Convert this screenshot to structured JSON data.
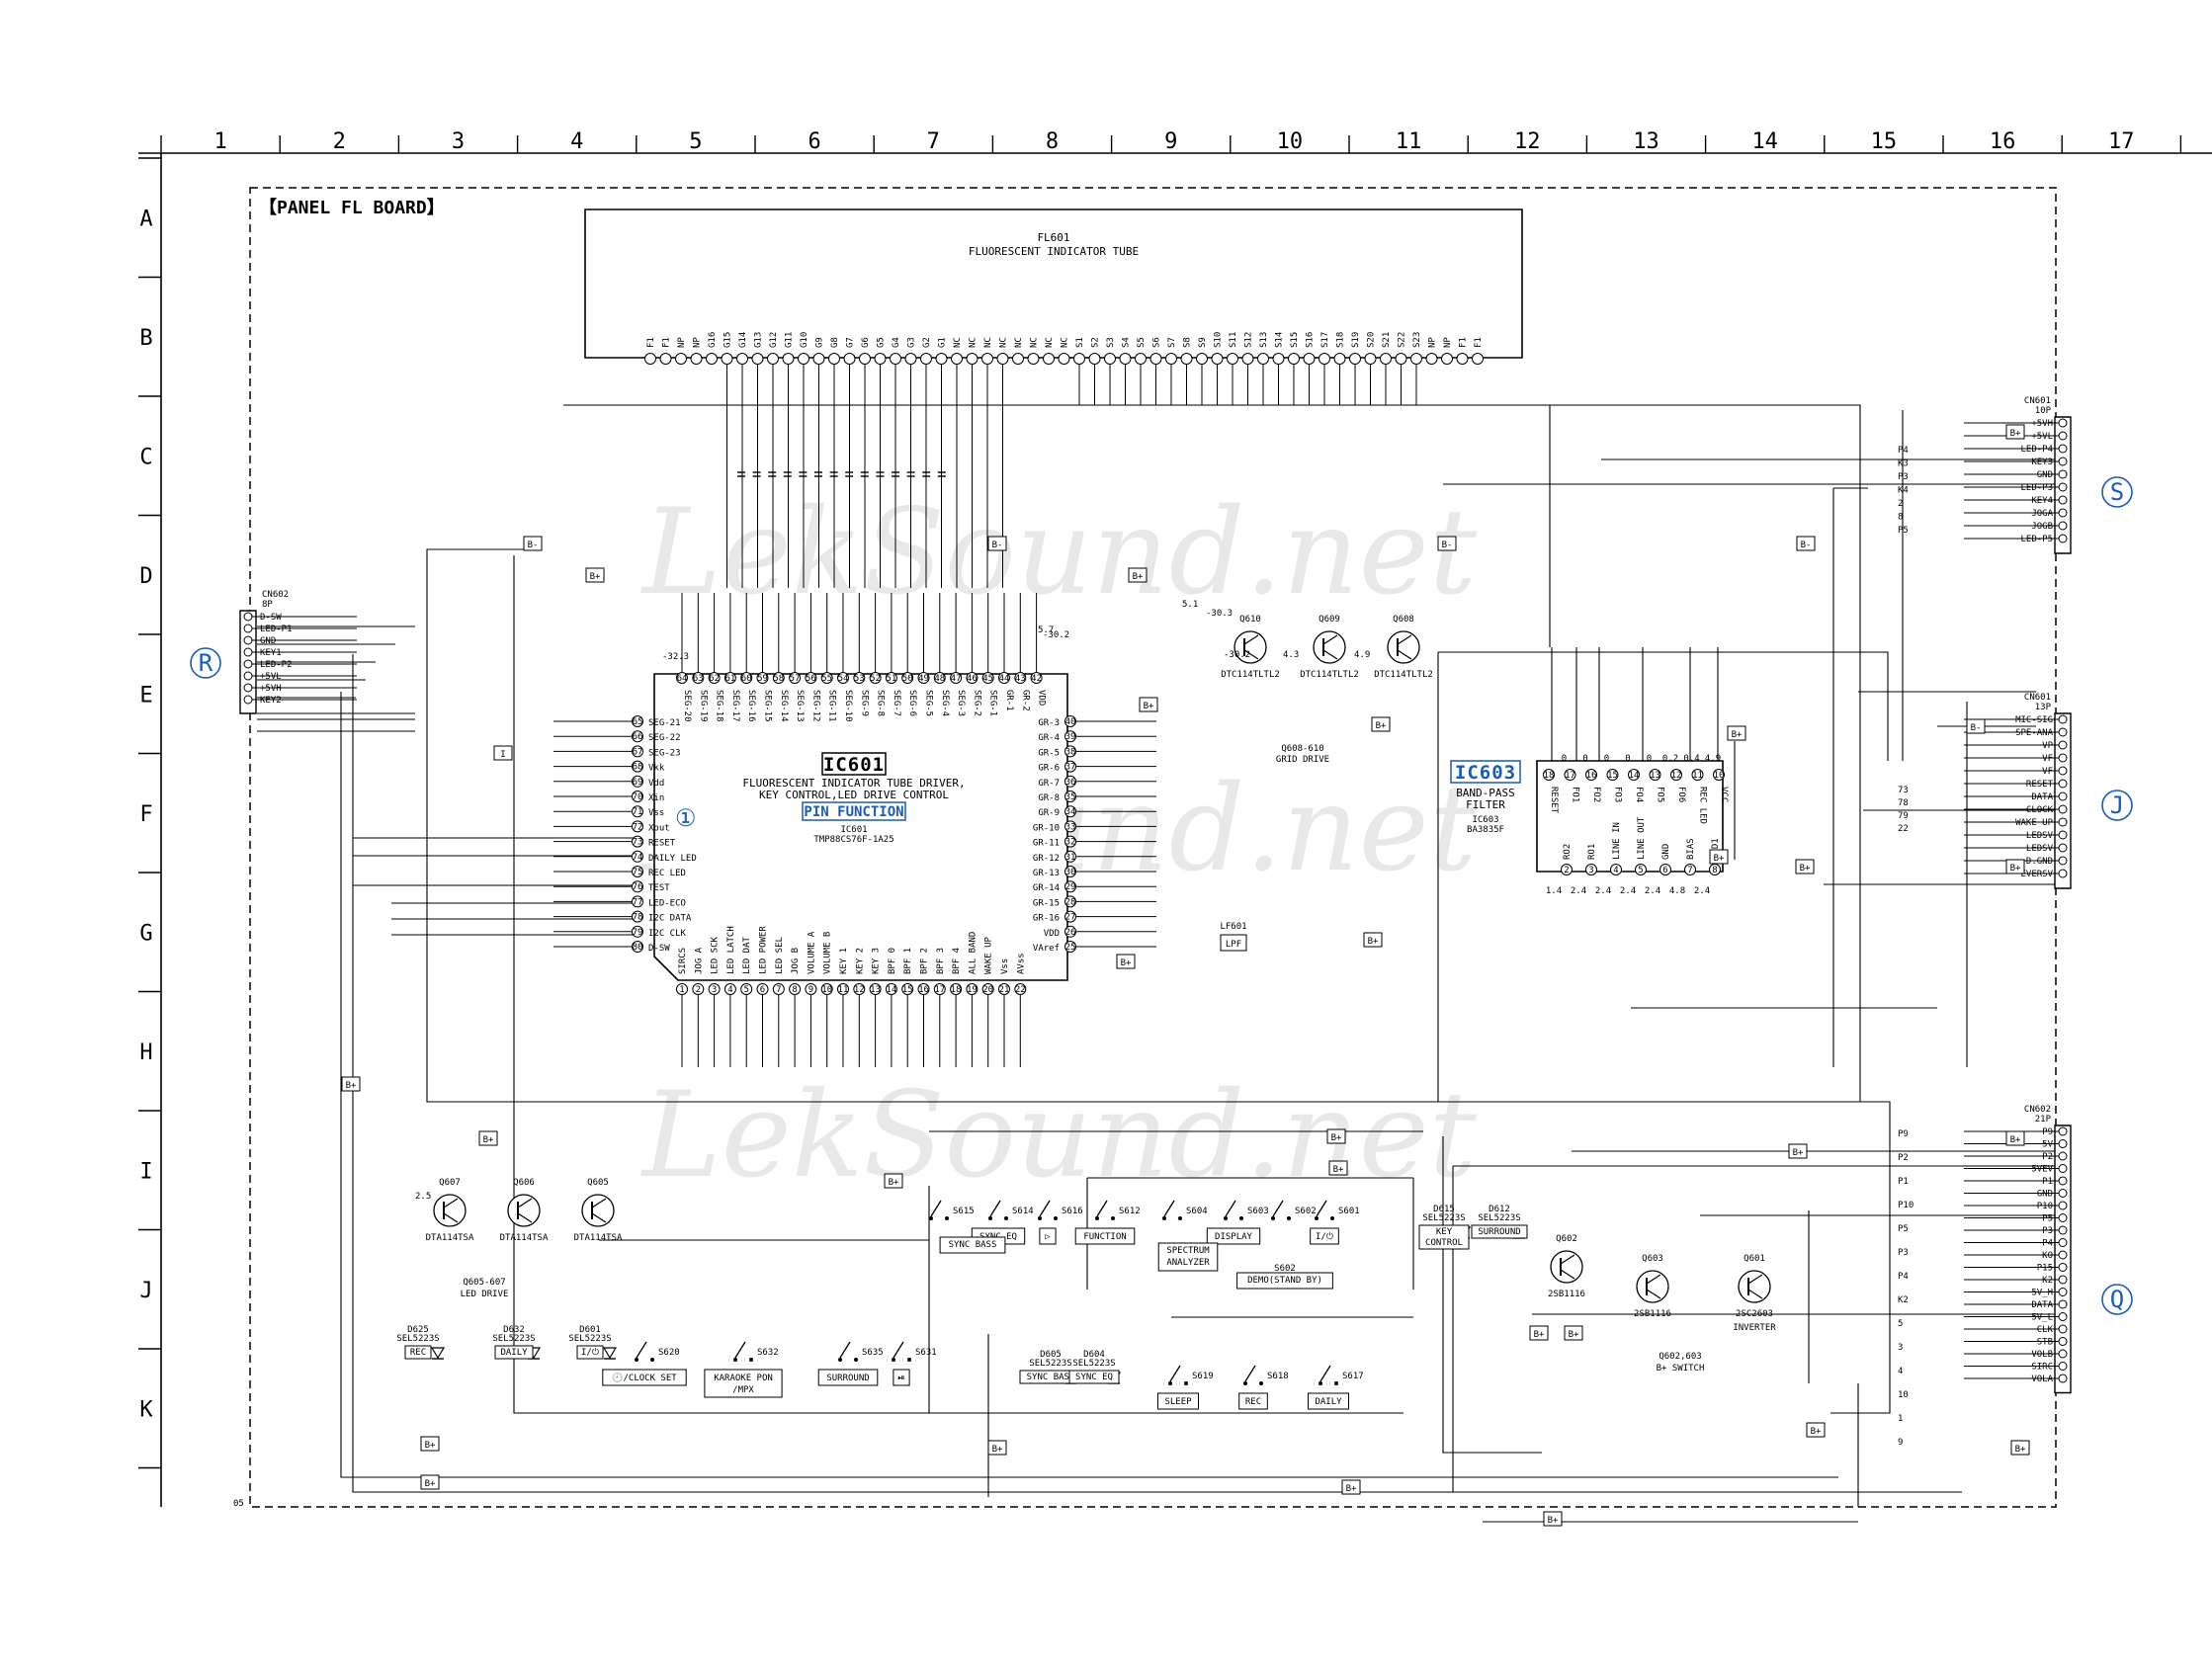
{
  "board_title": "【PANEL FL BOARD】",
  "corner_code": "05",
  "columns": [
    "1",
    "2",
    "3",
    "4",
    "5",
    "6",
    "7",
    "8",
    "9",
    "10",
    "11",
    "12",
    "13",
    "14",
    "15",
    "16",
    "17"
  ],
  "rows": [
    "A",
    "B",
    "C",
    "D",
    "E",
    "F",
    "G",
    "H",
    "I",
    "J",
    "K"
  ],
  "watermark": "LekSound.net",
  "fl601": {
    "ref": "FL601",
    "desc": "FLUORESCENT INDICATOR TUBE",
    "pins_left": [
      "F1",
      "F1",
      "NP",
      "NP",
      "G16",
      "G15",
      "G14",
      "G13",
      "G12",
      "G11",
      "G10",
      "G9",
      "G8",
      "G7",
      "G6",
      "G5",
      "G4",
      "G3",
      "G2",
      "G1",
      "NC",
      "NC",
      "NC",
      "NC"
    ],
    "pins_right": [
      "NC",
      "NC",
      "NC",
      "NC",
      "S1",
      "S2",
      "S3",
      "S4",
      "S5",
      "S6",
      "S7",
      "S8",
      "S9",
      "S10",
      "S11",
      "S12",
      "S13",
      "S14",
      "S15",
      "S16",
      "S17",
      "S18",
      "S19",
      "S20",
      "S21",
      "S22",
      "S23",
      "NP",
      "NP",
      "F1",
      "F1"
    ]
  },
  "ic601": {
    "ref": "IC601",
    "desc1": "FLUORESCENT INDICATOR TUBE DRIVER,",
    "desc2": "KEY CONTROL,LED DRIVE CONTROL",
    "pin_function": "PIN FUNCTION",
    "part_ref": "IC601",
    "part_no": "TMP88CS76F-1A25",
    "marker": "①",
    "left_pins": [
      "SEG-21",
      "SEG-22",
      "SEG-23",
      "Vkk",
      "Vdd",
      "Xin",
      "Vss",
      "Xout",
      "RESET",
      "DAILY LED",
      "REC LED",
      "TEST",
      "LED-ECO",
      "I2C DATA",
      "I2C CLK",
      "D-SW"
    ],
    "right_pins": [
      "GR-3",
      "GR-4",
      "GR-5",
      "GR-6",
      "GR-7",
      "GR-8",
      "GR-9",
      "GR-10",
      "GR-11",
      "GR-12",
      "GR-13",
      "GR-14",
      "GR-15",
      "GR-16",
      "VDD",
      "VAref"
    ],
    "bottom_pins": [
      "SIRCS",
      "JOG A",
      "LED SCK",
      "LED LATCH",
      "LED DAT",
      "LED POWER",
      "LED SEL",
      "JOG B",
      "VOLUME A",
      "VOLUME B",
      "KEY 1",
      "KEY 2",
      "KEY 3",
      "BPF 0",
      "BPF 1",
      "BPF 2",
      "BPF 3",
      "BPF 4",
      "ALL BAND",
      "WAKE UP",
      "Vss",
      "AVss"
    ],
    "top_pins": [
      "SEG-20",
      "SEG-19",
      "SEG-18",
      "SEG-17",
      "SEG-16",
      "SEG-15",
      "SEG-14",
      "SEG-13",
      "SEG-12",
      "SEG-11",
      "SEG-10",
      "SEG-9",
      "SEG-8",
      "SEG-7",
      "SEG-6",
      "SEG-5",
      "SEG-4",
      "SEG-3",
      "SEG-2",
      "SEG-1",
      "GR-1",
      "GR-2",
      "VDD"
    ]
  },
  "ic603": {
    "ref": "IC603",
    "desc1": "BAND-PASS",
    "desc2": "FILTER",
    "part_ref": "IC603",
    "part_no": "BA3835F",
    "top_pins": [
      "RESET",
      "FO1",
      "FO2",
      "FO3",
      "FO4",
      "FO5",
      "FO6",
      "REC LED",
      "VCC"
    ],
    "bottom_pins": [
      "RO2",
      "RO1",
      "LINE IN",
      "LINE OUT",
      "GND",
      "BIAS",
      "GND1"
    ],
    "top_values": [
      "0",
      "0",
      "0",
      "0",
      "0",
      "0.2",
      "0.4",
      "4.9"
    ],
    "bottom_values": [
      "1.4",
      "2.4",
      "2.4",
      "2.4",
      "2.4",
      "4.8",
      "2.4"
    ]
  },
  "connectors": {
    "cn602_left": {
      "ref": "CN602",
      "pins_text": "8P",
      "pins": [
        "D-SW",
        "LED-P1",
        "GND",
        "KEY1",
        "LED-P2",
        "+5VL",
        "+5VH",
        "KEY2"
      ],
      "circle": "R"
    },
    "cn601_top_right": {
      "ref": "CN601",
      "pins_text": "10P",
      "pins": [
        "+5VH",
        "+5VL",
        "LED-P4",
        "KEY3",
        "GND",
        "LED-P3",
        "KEY4",
        "JOGA",
        "JOGB",
        "LED-P5"
      ],
      "circle": "S",
      "nets": [
        "P4",
        "K3",
        "P3",
        "K4",
        "2",
        "8",
        "P5"
      ]
    },
    "cn_mid_right": {
      "ref": "CN601",
      "pins_text": "13P",
      "pins": [
        "MIC-SIG",
        "SPE-ANA",
        "VP",
        "VF",
        "VF",
        "RESET",
        "DATA",
        "CLOCK",
        "WAKE UP",
        "LEDSV",
        "LEDSV",
        "D.GND",
        "EVERSV"
      ],
      "circle": "J",
      "nets": [
        "73",
        "78",
        "79",
        "22"
      ]
    },
    "cn602_bottom_right": {
      "ref": "CN602",
      "pins_text": "21P",
      "pins": [
        "P9",
        "5V",
        "P2",
        "5VEV",
        "P1",
        "GND",
        "P10",
        "P5",
        "P3",
        "P4",
        "KO",
        "P15",
        "K2",
        "5V_H",
        "DATA",
        "5V_L",
        "CLK",
        "STB",
        "VOLB",
        "SIRC",
        "VOLA"
      ],
      "circle": "Q",
      "nets": [
        "P9",
        "P2",
        "P1",
        "P10",
        "P5",
        "P3",
        "P4",
        "K2",
        "5",
        "3",
        "4",
        "10",
        "1",
        "9"
      ]
    }
  },
  "transistors_grid": [
    {
      "ref": "Q610",
      "part": "DTC114TLTL2"
    },
    {
      "ref": "Q609",
      "part": "DTC114TLTL2"
    },
    {
      "ref": "Q608",
      "part": "DTC114TLTL2"
    }
  ],
  "grid_drive_label": "Q608-610\nGRID DRIVE",
  "led_drive": [
    {
      "ref": "Q607",
      "part": "DTA114TSA"
    },
    {
      "ref": "Q606",
      "part": "DTA114TSA"
    },
    {
      "ref": "Q605",
      "part": "DTA114TSA"
    }
  ],
  "led_drive_label": "Q605-607\nLED DRIVE",
  "leds_left": [
    {
      "ref": "D625",
      "part": "SEL5223S",
      "tag": "REC"
    },
    {
      "ref": "D632",
      "part": "SEL5223S",
      "tag": "DAILY"
    },
    {
      "ref": "D601",
      "part": "SEL5223S",
      "tag": "I/⏻"
    }
  ],
  "switches_bottom_left": [
    {
      "ref": "S620",
      "tag": "🕘/CLOCK SET"
    },
    {
      "ref": "S632",
      "tag": "KARAOKE PON\n/MPX"
    },
    {
      "ref": "S635",
      "tag": "SURROUND"
    },
    {
      "ref": "S631",
      "tag": "⏯"
    }
  ],
  "switches_row": [
    {
      "ref": "S615",
      "tag": ""
    },
    {
      "ref": "S614",
      "tag": "SYNC EQ"
    },
    {
      "ref": "S616",
      "tag": "▷"
    },
    {
      "ref": "S612",
      "tag": "FUNCTION"
    },
    {
      "ref": "S604",
      "tag": ""
    },
    {
      "ref": "S603",
      "tag": "DISPLAY"
    },
    {
      "ref": "S602",
      "tag": ""
    },
    {
      "ref": "S601",
      "tag": "I/⏻"
    }
  ],
  "switch_tags_extra": [
    "SYNC BASS",
    "SPECTRUM\nANALYZER",
    "DEMO(STAND BY)"
  ],
  "switch_ref_s602": "S602",
  "switches_timer": [
    {
      "ref": "S619",
      "tag": "SLEEP"
    },
    {
      "ref": "S618",
      "tag": "REC"
    },
    {
      "ref": "S617",
      "tag": "DAILY"
    }
  ],
  "leds_mid": [
    {
      "ref": "D605",
      "part": "SEL5223S",
      "tag": "SYNC BASS"
    },
    {
      "ref": "D604",
      "part": "SEL5223S",
      "tag": "SYNC EQ"
    }
  ],
  "leds_right": [
    {
      "ref": "D615",
      "part": "SEL5223S",
      "tag": "KEY\nCONTROL"
    },
    {
      "ref": "D612",
      "part": "SEL5223S",
      "tag": "SURROUND"
    }
  ],
  "bplus_switch": [
    {
      "ref": "Q602",
      "part": "2SB1116"
    },
    {
      "ref": "Q603",
      "part": "2SB1116"
    },
    {
      "ref": "Q601",
      "part": "2SC2603"
    }
  ],
  "bplus_label": "Q602,603\nB+ SWITCH",
  "inverter_label": "INVERTER",
  "lf601": "LF601",
  "lpf_tag": "LPF",
  "voltages": [
    "-32.3",
    "-30.2",
    "5.7",
    "-30.3",
    "-30.2",
    "4.3",
    "4.9",
    "5.1",
    "2.5"
  ],
  "net_tags": [
    "B+",
    "B-",
    "I"
  ]
}
